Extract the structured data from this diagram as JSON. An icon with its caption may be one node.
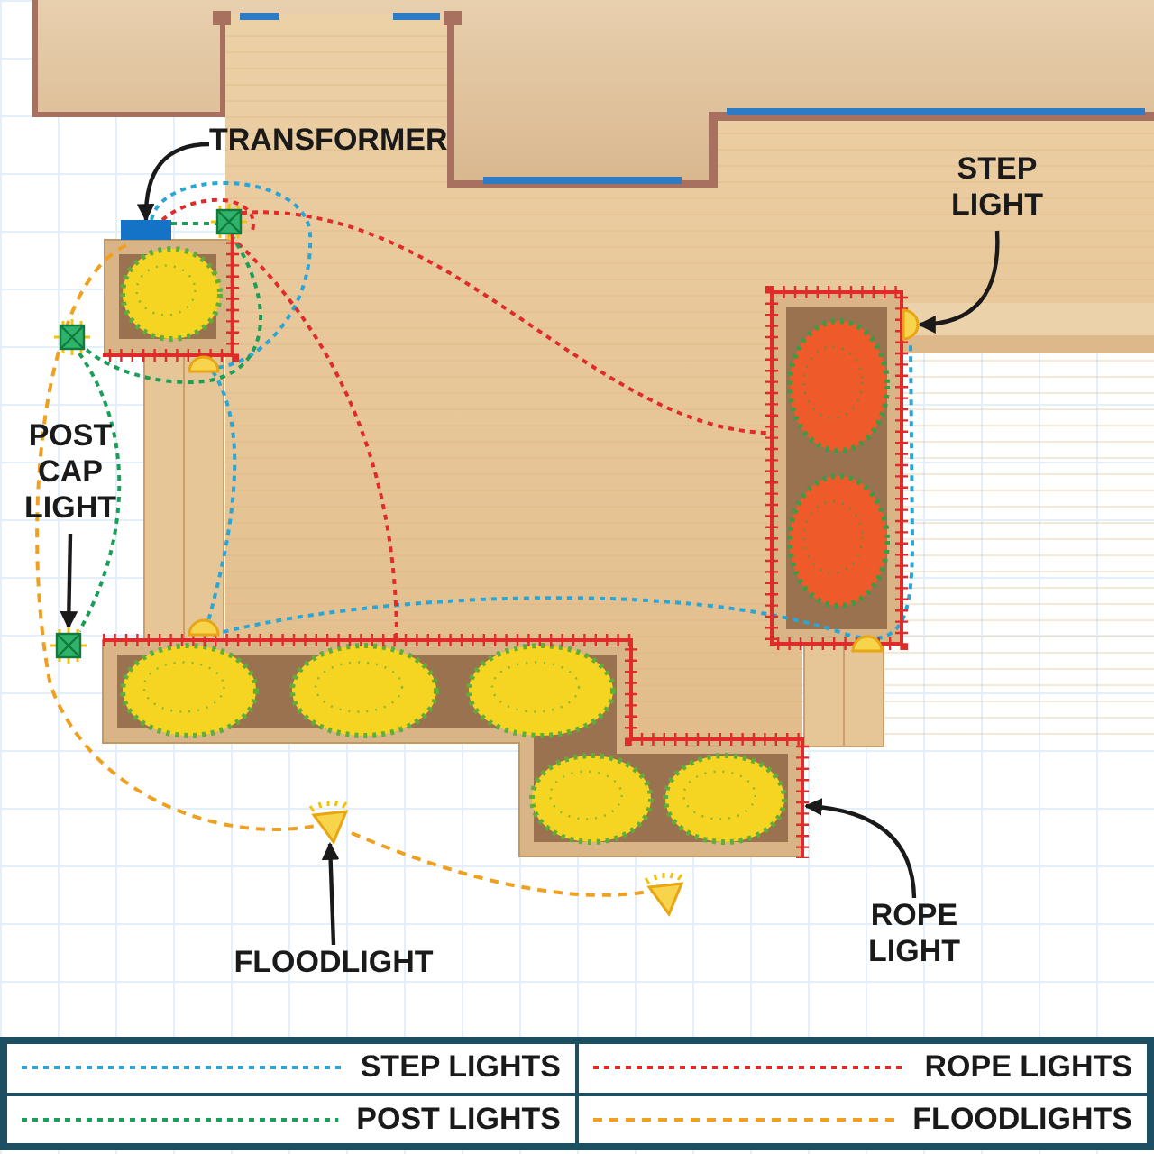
{
  "diagram": {
    "nodes": [
      {
        "text": [
          "TRANSFORMER"
        ]
      },
      {
        "text": [],
        "shape": "box"
      },
      {
        "text": [
          "STEP LIGHT"
        ]
      },
      {
        "text": [],
        "shape": "semicircle"
      },
      {
        "text": [
          "POST CAP LIGHT"
        ]
      },
      {
        "text": [],
        "shape": "square"
      },
      {
        "text": [
          "FLOODLIGHT"
        ]
      },
      {
        "text": [],
        "shape": "triangle"
      },
      {
        "text": [
          "ROPE LIGHT"
        ]
      }
    ],
    "edges": [
      {
        "from": 0,
        "to": 1,
        "arrow": "to"
      },
      {
        "from": 2,
        "to": 3,
        "arrow": "to"
      },
      {
        "from": 4,
        "to": 5,
        "arrow": "to"
      },
      {
        "from": 6,
        "to": 7,
        "arrow": "to"
      },
      {
        "from": 8,
        "to": null,
        "arrow": "to"
      }
    ],
    "legend": [
      {
        "text": "STEP LIGHTS"
      },
      {
        "text": "ROPE LIGHTS"
      },
      {
        "text": "POST LIGHTS"
      },
      {
        "text": "FLOODLIGHTS"
      }
    ]
  }
}
